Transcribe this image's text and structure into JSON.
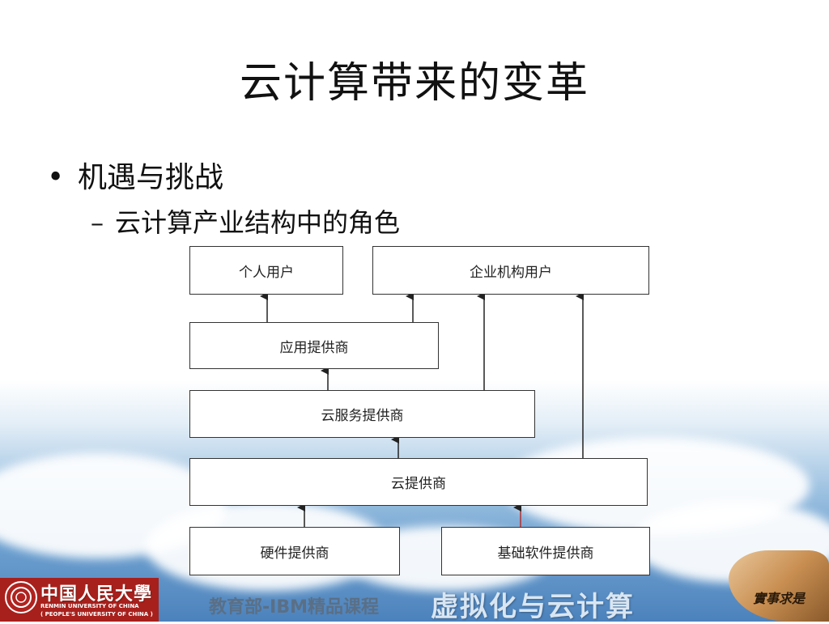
{
  "slide": {
    "title": "云计算带来的变革",
    "bullet_level1": "机遇与挑战",
    "bullet_level1_marker": "•",
    "bullet_level2": "云计算产业结构中的角色",
    "bullet_level2_marker": "–"
  },
  "diagram": {
    "nodes": {
      "personal_user": "个人用户",
      "enterprise_user": "企业机构用户",
      "app_provider": "应用提供商",
      "cloud_service_provider": "云服务提供商",
      "cloud_provider": "云提供商",
      "hardware_provider": "硬件提供商",
      "base_software_provider": "基础软件提供商"
    },
    "edges": [
      {
        "from": "app_provider",
        "to": "personal_user"
      },
      {
        "from": "app_provider",
        "to": "enterprise_user"
      },
      {
        "from": "cloud_service_provider",
        "to": "app_provider"
      },
      {
        "from": "cloud_service_provider",
        "to": "enterprise_user"
      },
      {
        "from": "cloud_provider",
        "to": "cloud_service_provider"
      },
      {
        "from": "cloud_provider",
        "to": "enterprise_user"
      },
      {
        "from": "hardware_provider",
        "to": "cloud_provider"
      },
      {
        "from": "base_software_provider",
        "to": "cloud_provider"
      }
    ]
  },
  "footer": {
    "university_cn": "中国人民大學",
    "university_en": "RENMIN UNIVERSITY OF CHINA",
    "university_en2": "( PEOPLE'S UNIVERSITY OF CHINA )",
    "course": "教育部-IBM精品课程",
    "brand": "虚拟化与云计算",
    "motto": "實事求是"
  },
  "colors": {
    "box_border": "#333333",
    "arrow": "#222222",
    "university_red": "#a8201c"
  }
}
